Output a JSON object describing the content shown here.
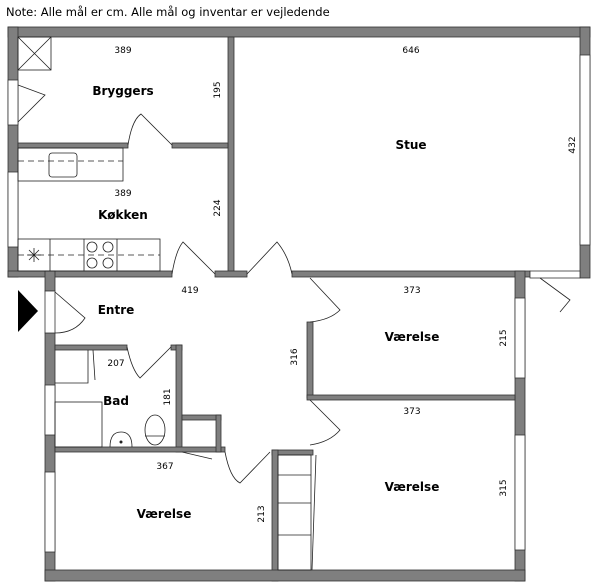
{
  "note": "Note: Alle mål er cm. Alle mål og inventar er vejledende",
  "rooms": {
    "bryggers": {
      "label": "Bryggers",
      "width": "389",
      "depth": "195"
    },
    "kokken": {
      "label": "Køkken",
      "width": "389",
      "depth": "224"
    },
    "stue": {
      "label": "Stue",
      "width": "646",
      "depth": "432"
    },
    "entre": {
      "label": "Entre",
      "width": "419",
      "depth": "316"
    },
    "vaerelse1": {
      "label": "Værelse",
      "width": "373",
      "depth": "215"
    },
    "vaerelse2": {
      "label": "Værelse",
      "width": "373",
      "depth": "315"
    },
    "bad": {
      "label": "Bad",
      "width": "207",
      "depth": "181"
    },
    "vaerelse3": {
      "label": "Værelse",
      "width": "367",
      "depth": "213"
    }
  }
}
